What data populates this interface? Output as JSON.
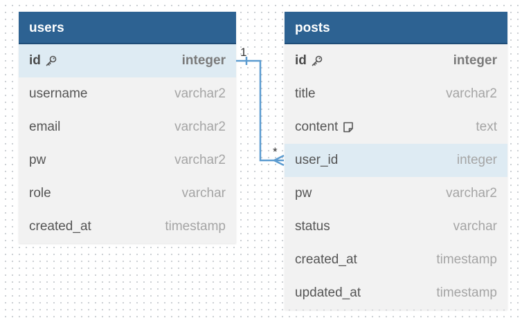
{
  "tables": {
    "users": {
      "name": "users",
      "fields": [
        {
          "name": "id",
          "type": "integer",
          "icon": "key-icon"
        },
        {
          "name": "username",
          "type": "varchar2"
        },
        {
          "name": "email",
          "type": "varchar2"
        },
        {
          "name": "pw",
          "type": "varchar2"
        },
        {
          "name": "role",
          "type": "varchar"
        },
        {
          "name": "created_at",
          "type": "timestamp"
        }
      ]
    },
    "posts": {
      "name": "posts",
      "fields": [
        {
          "name": "id",
          "type": "integer",
          "icon": "key-icon"
        },
        {
          "name": "title",
          "type": "varchar2"
        },
        {
          "name": "content",
          "type": "text",
          "icon": "note-icon"
        },
        {
          "name": "user_id",
          "type": "integer"
        },
        {
          "name": "pw",
          "type": "varchar2"
        },
        {
          "name": "status",
          "type": "varchar"
        },
        {
          "name": "created_at",
          "type": "timestamp"
        },
        {
          "name": "updated_at",
          "type": "timestamp"
        }
      ]
    }
  },
  "relation": {
    "from": "users.id",
    "to": "posts.user_id",
    "from_cardinality": "1",
    "to_cardinality": "*",
    "color": "#5b9bd0"
  },
  "colors": {
    "header": "#2d6292",
    "highlight_row": "#deebf3",
    "table_bg": "#f2f2f2"
  }
}
